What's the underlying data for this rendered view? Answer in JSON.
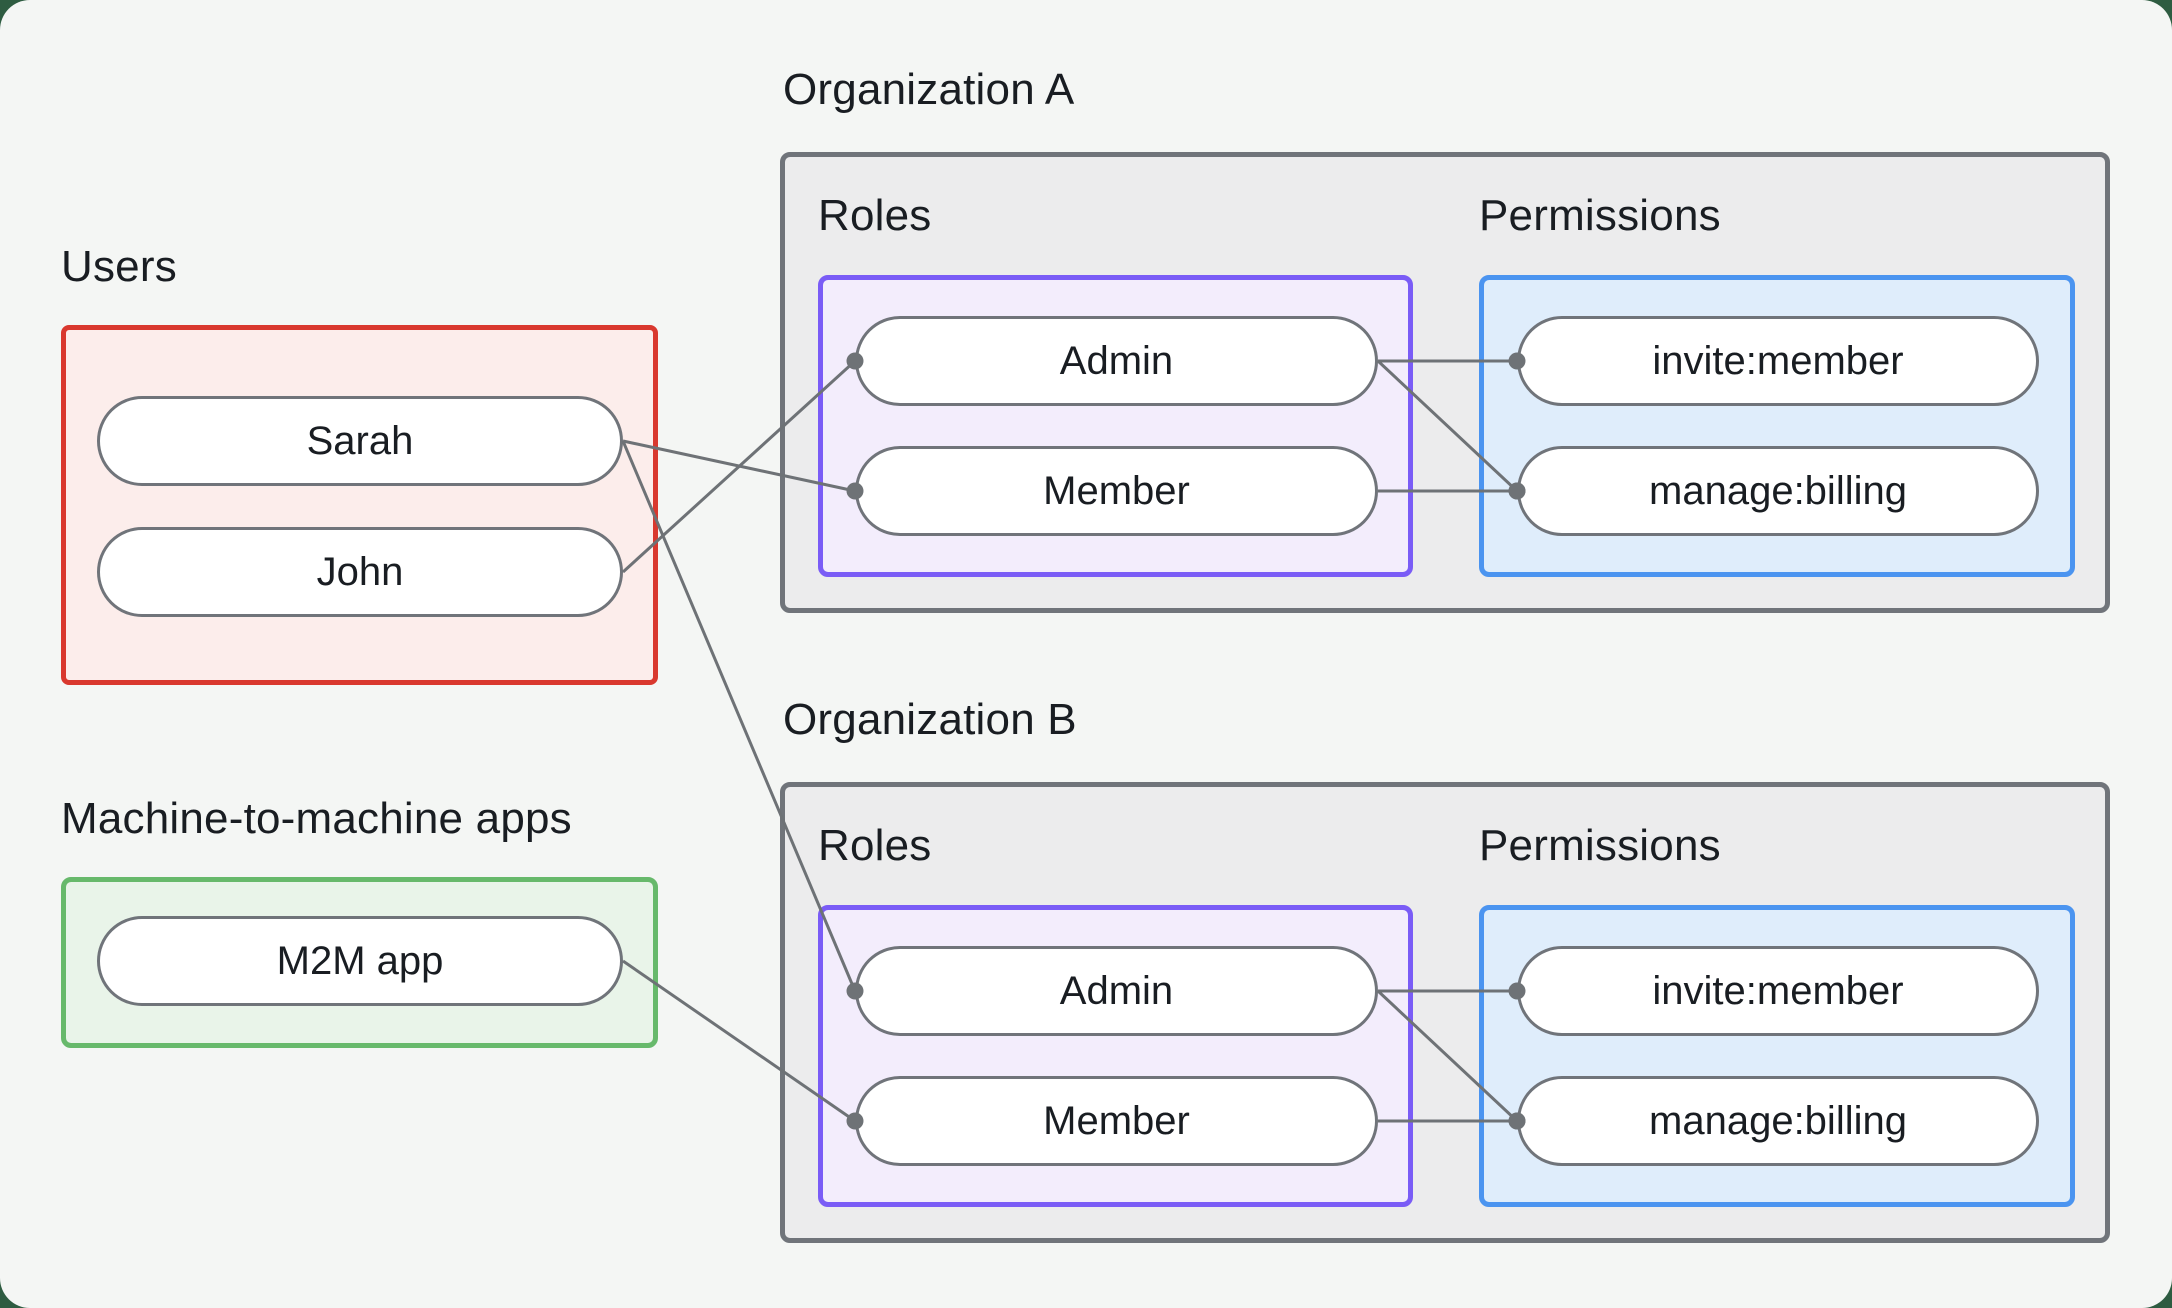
{
  "diagram": {
    "users_section": {
      "label": "Users",
      "items": [
        {
          "id": "user-sarah",
          "label": "Sarah"
        },
        {
          "id": "user-john",
          "label": "John"
        }
      ]
    },
    "m2m_section": {
      "label": "Machine-to-machine apps",
      "items": [
        {
          "id": "m2m-app",
          "label": "M2M app"
        }
      ]
    },
    "orgs": [
      {
        "title": "Organization A",
        "roles_label": "Roles",
        "permissions_label": "Permissions",
        "roles": [
          {
            "id": "orgA-role-admin",
            "label": "Admin"
          },
          {
            "id": "orgA-role-member",
            "label": "Member"
          }
        ],
        "permissions": [
          {
            "id": "orgA-perm-invite",
            "label": "invite:member"
          },
          {
            "id": "orgA-perm-billing",
            "label": "manage:billing"
          }
        ]
      },
      {
        "title": "Organization B",
        "roles_label": "Roles",
        "permissions_label": "Permissions",
        "roles": [
          {
            "id": "orgB-role-admin",
            "label": "Admin"
          },
          {
            "id": "orgB-role-member",
            "label": "Member"
          }
        ],
        "permissions": [
          {
            "id": "orgB-perm-invite",
            "label": "invite:member"
          },
          {
            "id": "orgB-perm-billing",
            "label": "manage:billing"
          }
        ]
      }
    ],
    "edges": [
      {
        "from": "user-sarah",
        "to": "orgA-role-member"
      },
      {
        "from": "user-john",
        "to": "orgA-role-admin"
      },
      {
        "from": "user-sarah",
        "to": "orgB-role-admin"
      },
      {
        "from": "m2m-app",
        "to": "orgB-role-member"
      },
      {
        "from": "orgA-role-admin",
        "to": "orgA-perm-invite"
      },
      {
        "from": "orgA-role-admin",
        "to": "orgA-perm-billing"
      },
      {
        "from": "orgA-role-member",
        "to": "orgA-perm-billing"
      },
      {
        "from": "orgB-role-admin",
        "to": "orgB-perm-invite"
      },
      {
        "from": "orgB-role-admin",
        "to": "orgB-perm-billing"
      },
      {
        "from": "orgB-role-member",
        "to": "orgB-perm-billing"
      }
    ],
    "colors": {
      "page-background": "#2e5c41",
      "canvas-background": "#f4f6f4",
      "org-box-fill": "#ececed",
      "org-box-border": "#70747a",
      "users-fill": "#fcedeb",
      "users-border": "#d9382e",
      "m2m-fill": "#e9f4e9",
      "m2m-border": "#67b96b",
      "roles-fill": "#f3edfc",
      "roles-border": "#7a5cf6",
      "permissions-fill": "#dfedfb",
      "permissions-border": "#4b94f0",
      "node-fill": "#ffffff",
      "node-border": "#70747a",
      "edge": "#6e7276",
      "text": "#191d22"
    }
  }
}
